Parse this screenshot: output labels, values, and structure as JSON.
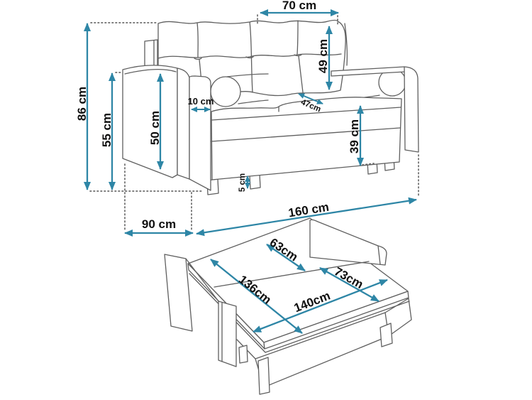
{
  "diagram": {
    "type": "furniture-dimension-diagram",
    "subject": "sofa bed (folded sofa view and unfolded bed view)",
    "colors": {
      "arrow": "#2e86a6",
      "label": "#0f0f0f",
      "outline": "#5f5f5f",
      "background": "#ffffff"
    },
    "sofa_view": {
      "name": "sofa folded front view",
      "dims": {
        "back_width": "70 cm",
        "overall_height": "86 cm",
        "armrest_height": "55 cm",
        "armrest_front_height": "50 cm",
        "backrest_height": "49 cm",
        "armrest_width": "10 cm",
        "seat_depth": "47cm",
        "base_height": "39 cm",
        "leg_height": "5 cm",
        "overall_depth": "90 cm",
        "overall_width": "160 cm"
      }
    },
    "bed_view": {
      "name": "sofa unfolded into bed",
      "dims": {
        "rear_section_width": "63cm",
        "front_section_width": "73cm",
        "sleeping_width": "136cm",
        "sleeping_length": "140cm"
      }
    }
  }
}
